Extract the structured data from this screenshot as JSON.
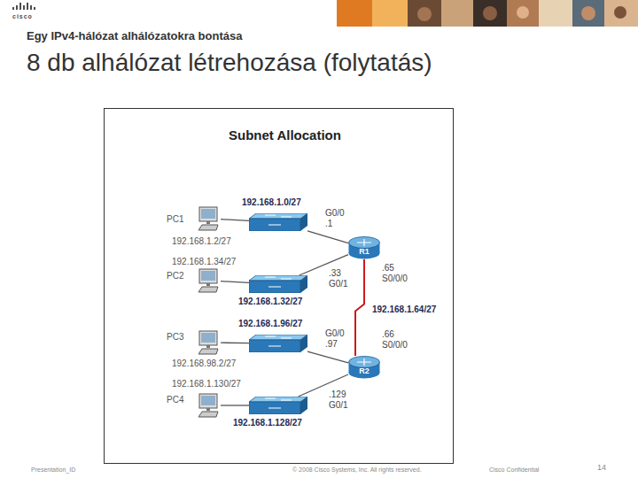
{
  "diagram": {
    "title": "8 db alhálózat létrehozása (folytatás)",
    "nodes": [
      {
        "text": [
          "Subnet Allocation"
        ]
      },
      {
        "text": [
          "PC1",
          "192.168.1.2/27"
        ],
        "in": 0
      },
      {
        "text": [
          "192.168.1.0/27"
        ],
        "in": 0
      },
      {
        "text": [
          "R1"
        ],
        "in": 0
      },
      {
        "text": [
          "192.168.1.34/27",
          "PC2"
        ],
        "in": 0
      },
      {
        "text": [
          "192.168.1.32/27"
        ],
        "in": 0
      },
      {
        "text": [
          "192.168.1.96/27"
        ],
        "in": 0
      },
      {
        "text": [
          "PC3",
          "192.168.98.2/27"
        ],
        "in": 0
      },
      {
        "text": [
          "R2"
        ],
        "in": 0
      },
      {
        "text": [
          "192.168.1.130/27",
          "PC4"
        ],
        "in": 0
      },
      {
        "text": [
          "192.168.1.128/27"
        ],
        "in": 0
      }
    ],
    "edges": [
      {
        "from": 1,
        "to": 2,
        "arrow": "none"
      },
      {
        "from": 2,
        "to": 3,
        "label": "G0/0 .1",
        "arrow": "none"
      },
      {
        "from": 4,
        "to": 5,
        "arrow": "none"
      },
      {
        "from": 5,
        "to": 3,
        "label": ".33 G0/1",
        "arrow": "none"
      },
      {
        "from": 3,
        "to": 8,
        "label": "192.168.1.64/27",
        "arrow": "none"
      },
      {
        "from": 7,
        "to": 6,
        "arrow": "none"
      },
      {
        "from": 6,
        "to": 8,
        "label": "G0/0 .97",
        "arrow": "none"
      },
      {
        "from": 9,
        "to": 10,
        "arrow": "none"
      },
      {
        "from": 10,
        "to": 8,
        "label": ".129 G0/1",
        "arrow": "none"
      }
    ],
    "labels": [
      "cisco",
      "Egy IPv4-hálózat alhálózatokra bontása",
      ".65 S0/0/0",
      ".66 S0/0/0",
      "Presentation_ID",
      "© 2008 Cisco Systems, Inc. All rights reserved.",
      "Cisco Confidential",
      "14"
    ]
  }
}
